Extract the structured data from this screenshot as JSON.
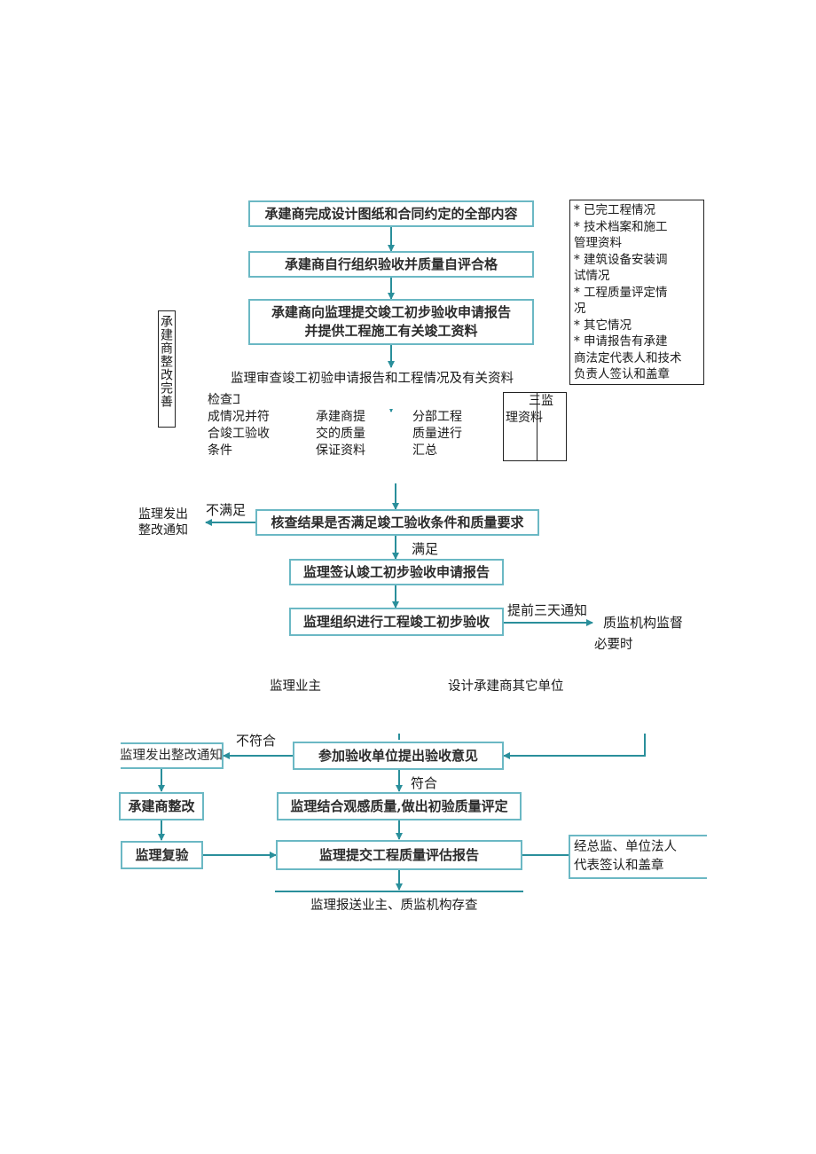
{
  "flow": {
    "step1": "承建商完成设计图纸和合同约定的全部内容",
    "step2": "承建商自行组织验收并质量自评合格",
    "step3_line1": "承建商向监理提交竣工初步验收申请报告",
    "step3_line2": "并提供工程施工有关竣工资料",
    "review_heading": "监理审查竣工初验申请报告和工程情况及有关资料",
    "check": "核查结果是否满足竣工验收条件和质量要求",
    "sign": "监理签认竣工初步验收申请报告",
    "organize": "监理组织进行工程竣工初步验收",
    "opinions": "参加验收单位提出验收意见",
    "evaluate": "监理结合观感质量,做出初验质量评定",
    "report": "监理提交工程质量评估报告",
    "archive": "监理报送业主、质监机构存查"
  },
  "side_list": {
    "lines": [
      "*  已完工程情况",
      "*  技术档案和施工",
      "管理资料",
      "*  建筑设备安装调",
      "试情况",
      "*  工程质量评定情",
      "况",
      "*  其它情况",
      "*  申请报告有承建",
      "商法定代表人和技术",
      "负责人签认和盖章"
    ]
  },
  "left_vertical": "承建商整改完善",
  "review_columns": {
    "col1": [
      "检查工",
      "成情况并符",
      "合竣工验收",
      "条件"
    ],
    "col2": [
      "承建商提",
      "交的质量",
      "保证资料"
    ],
    "col3": [
      "分部工程",
      "质量进行",
      "汇总"
    ],
    "col4": [
      "三监",
      "理资料"
    ]
  },
  "labels": {
    "not_satisfied": "不满足",
    "satisfied": "满足",
    "rectify_notice_top_1": "监理发出",
    "rectify_notice_top_2": "整改通知",
    "notify_three_days": "提前三天通知",
    "quality_supervision": "质监机构监督",
    "when_necessary": "必要时",
    "participants_left": "监理业主",
    "participants_right": "设计承建商其它单位",
    "not_conform": "不符合",
    "conform": "符合",
    "rectify_notice": "监理发出整改通知",
    "contractor_rectify": "承建商整改",
    "supervisor_recheck": "监理复验",
    "sign_seal_1": "经总监、单位法人",
    "sign_seal_2": "代表签认和盖章"
  },
  "colors": {
    "box_border": "#6bb8c4",
    "arrow": "#2a8f9b"
  }
}
